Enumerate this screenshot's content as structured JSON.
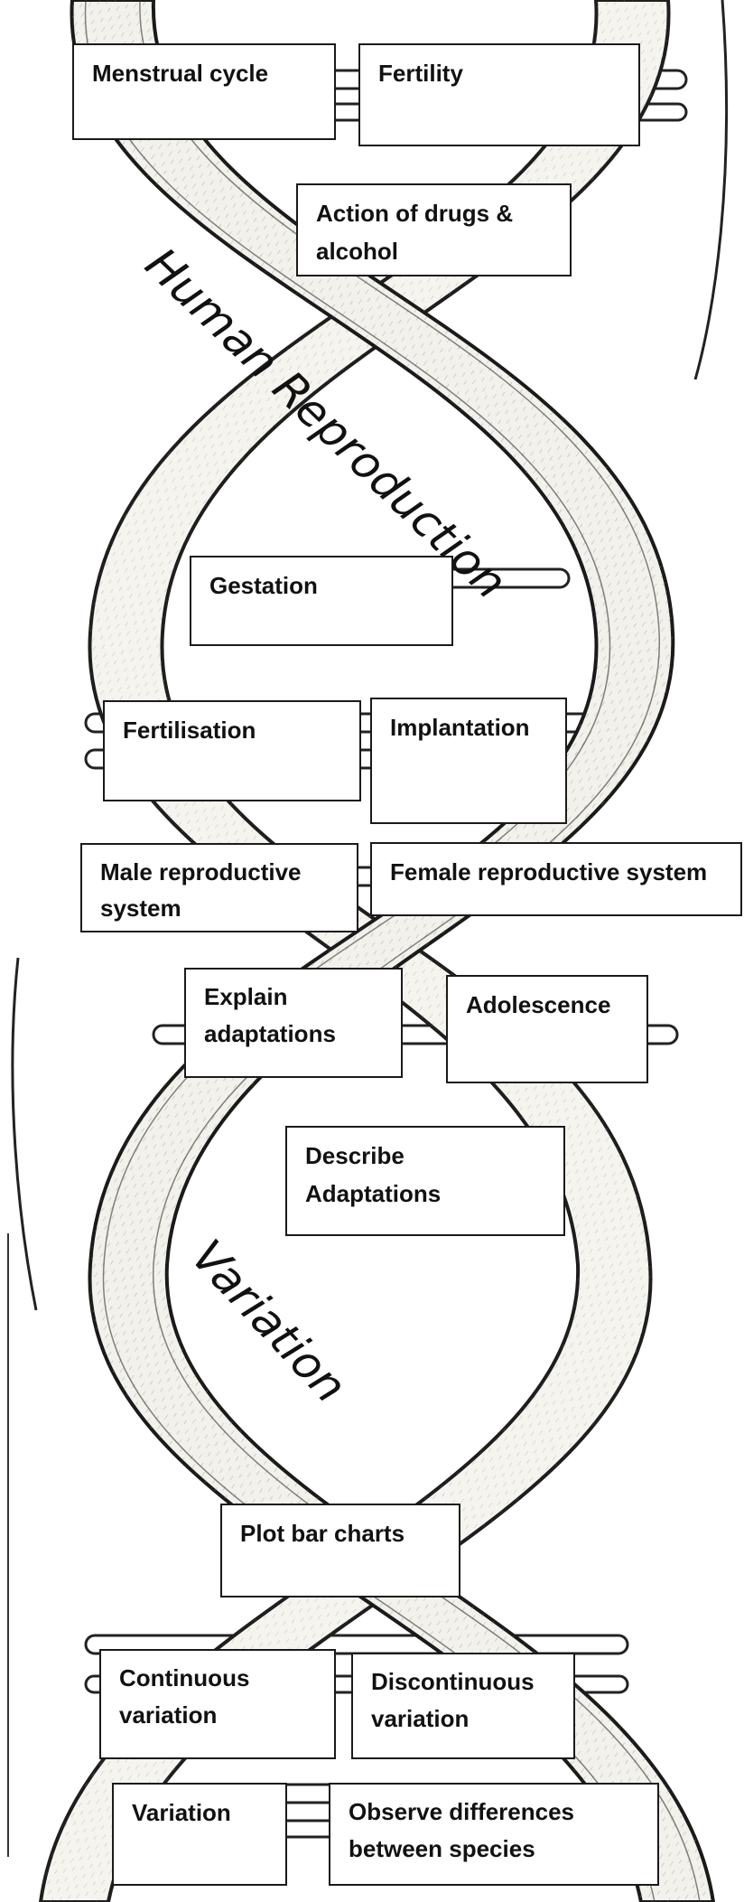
{
  "strand_labels": {
    "top": "Human Reproduction",
    "bottom": "Variation"
  },
  "boxes": {
    "menstrual_cycle": "Menstrual cycle",
    "fertility": "Fertility",
    "drugs_alcohol": "Action of drugs & alcohol",
    "gestation": "Gestation",
    "fertilisation": "Fertilisation",
    "implantation": "Implantation",
    "male_system": "Male reproductive system",
    "female_system": "Female reproductive system",
    "explain_adaptations": "Explain adaptations",
    "adolescence": "Adolescence",
    "describe_adaptations": "Describe Adaptations",
    "plot_bar_charts": "Plot bar charts",
    "continuous_variation": "Continuous variation",
    "discontinuous_variation": "Discontinuous variation",
    "variation": "Variation",
    "observe_differences": "Observe differences between species"
  },
  "colors": {
    "ink": "#1a1a1a",
    "ribbon_fill": "#f3f1ec",
    "ribbon_hatch": "#5a5a5a"
  }
}
